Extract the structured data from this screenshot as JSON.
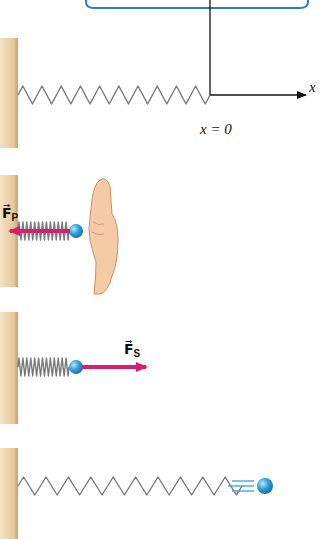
{
  "diagram": {
    "labels": [
      "x",
      "x = 0",
      "F⃗P",
      "F⃗S"
    ]
  }
}
